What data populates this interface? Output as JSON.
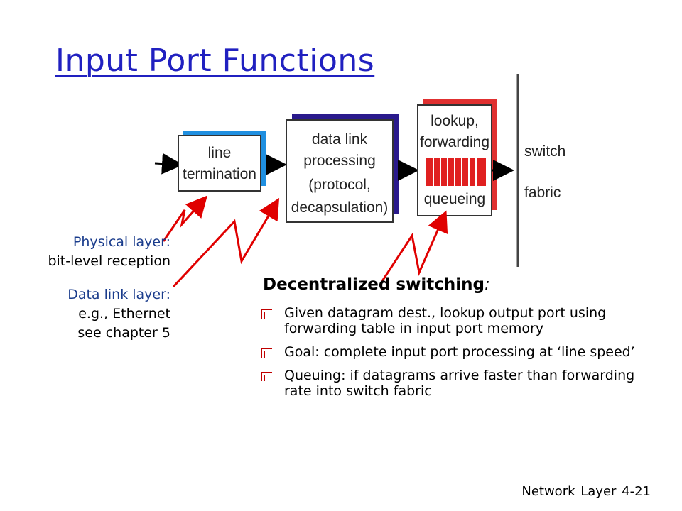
{
  "slide": {
    "title": "Input Port Functions",
    "footer": "Network Layer   4-21"
  },
  "diagram": {
    "line_termination": [
      "line",
      "termination"
    ],
    "data_link_processing": [
      "data link",
      "processing",
      "(protocol,",
      "decapsulation)"
    ],
    "lookup_forwarding": [
      "lookup,",
      "forwarding"
    ],
    "queueing": "queueing",
    "switch_fabric": [
      "switch",
      "fabric"
    ],
    "colors": {
      "line_term_shadow": "#1f8fe0",
      "data_link_shadow": "#2a1a8c",
      "lookup_shadow": "#e03030",
      "queue_cells": "#e02020",
      "red_arrow": "#e00000"
    }
  },
  "labels": {
    "physical_layer": {
      "header": "Physical layer:",
      "sub": "bit-level reception"
    },
    "data_link_layer": {
      "header": "Data link layer:",
      "sub1": "e.g., Ethernet",
      "sub2": "see chapter 5"
    }
  },
  "decentralized": {
    "heading": "Decentralized switching",
    "colon": ":",
    "bullets": [
      "Given datagram dest., lookup output port using forwarding table in input port memory",
      "Goal: complete input port processing at ‘line speed’",
      "Queuing: if datagrams arrive faster than forwarding rate into switch fabric"
    ]
  }
}
